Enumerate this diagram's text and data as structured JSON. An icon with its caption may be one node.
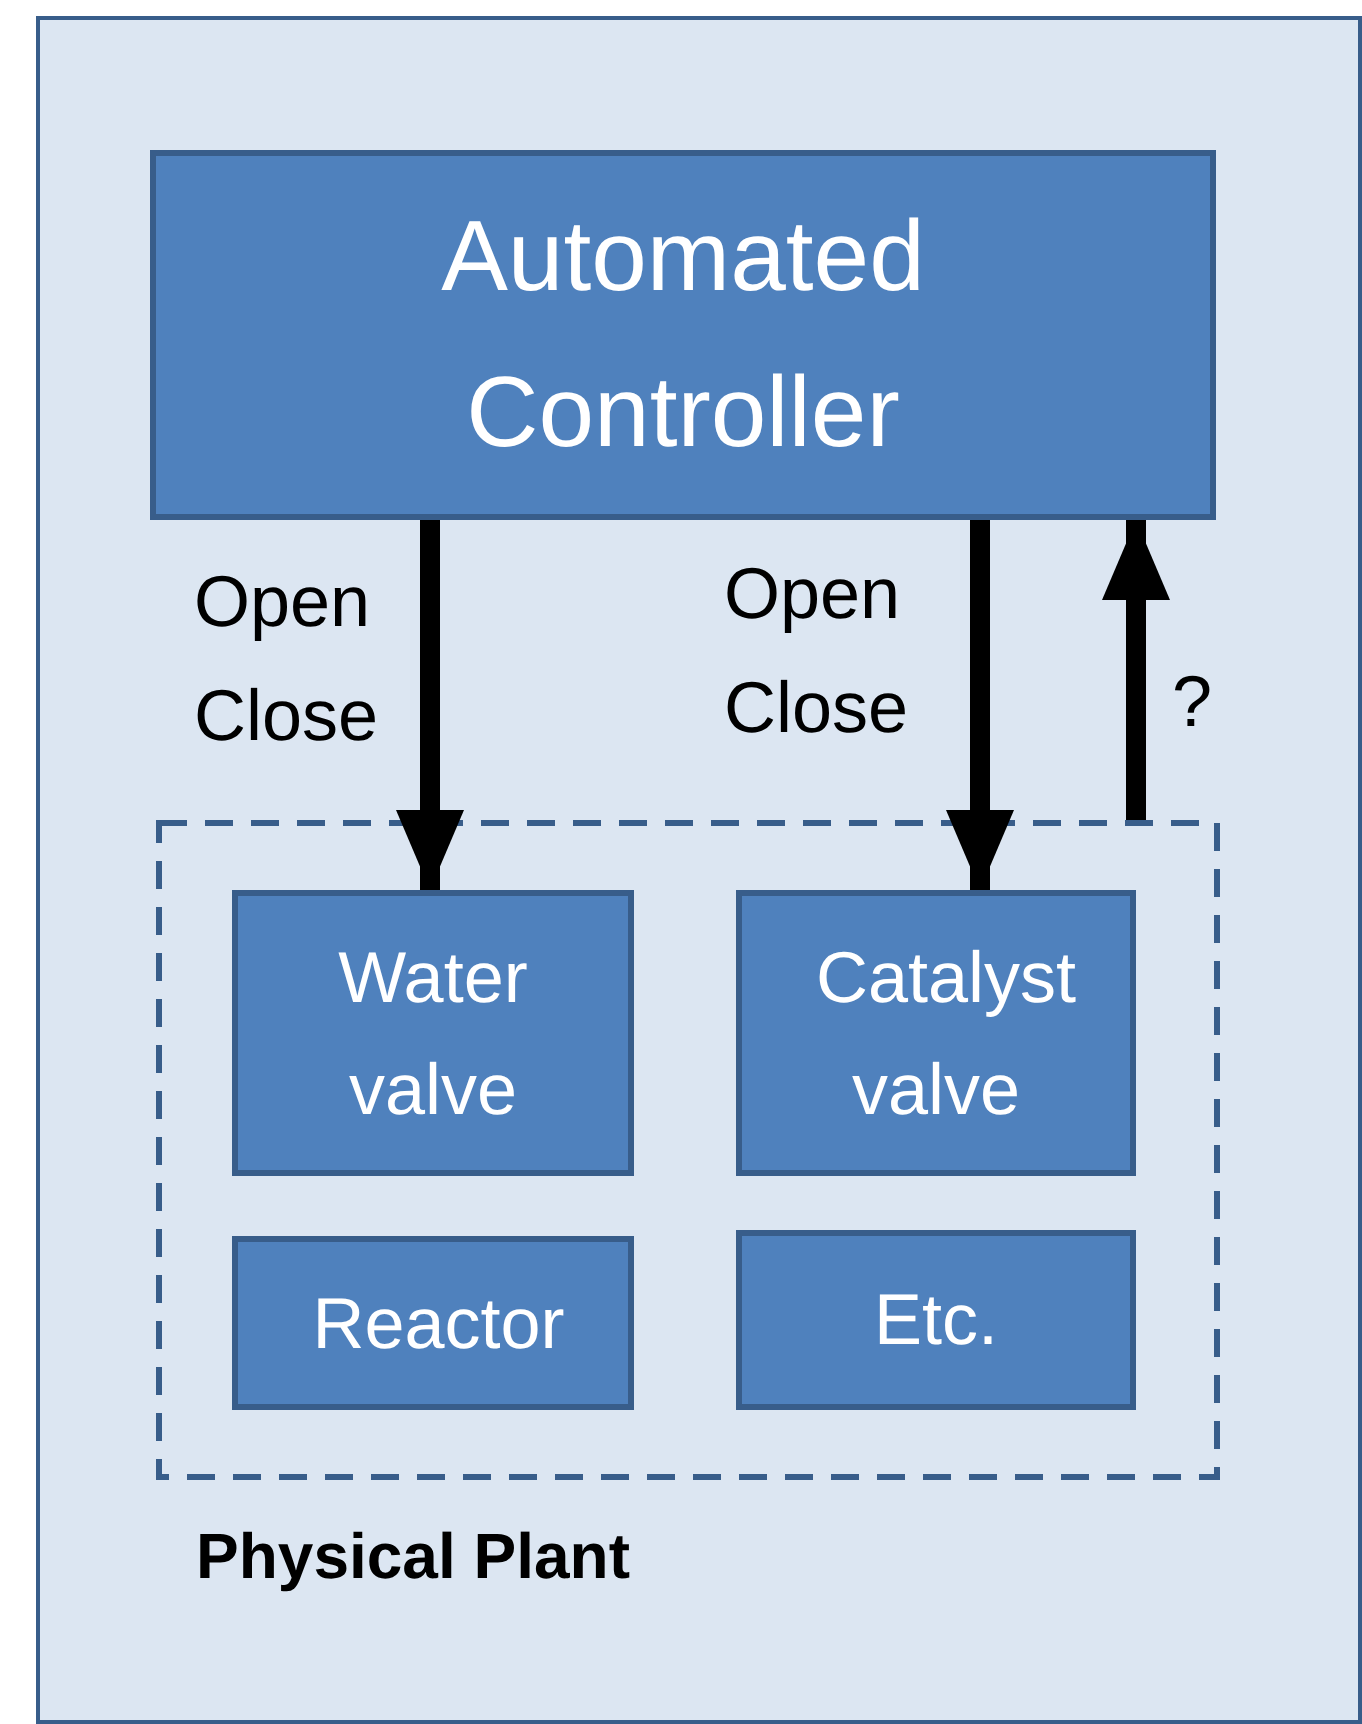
{
  "diagram": {
    "nodes": [
      {
        "text": [
          "Automated Controller"
        ]
      },
      {
        "text": [
          "Physical Plant"
        ]
      },
      {
        "text": [
          "Water valve"
        ],
        "in": 1
      },
      {
        "text": [
          "Catalyst valve"
        ],
        "in": 1
      },
      {
        "text": [
          "Reactor"
        ],
        "in": 1
      },
      {
        "text": [
          "Etc."
        ],
        "in": 1
      }
    ],
    "edges": [
      {
        "from": 0,
        "to": 2,
        "arrow": "to",
        "label": "Open Close"
      },
      {
        "from": 0,
        "to": 3,
        "arrow": "to",
        "label": "Open Close"
      },
      {
        "from": 1,
        "to": 0,
        "arrow": "to",
        "label": "?"
      }
    ]
  }
}
